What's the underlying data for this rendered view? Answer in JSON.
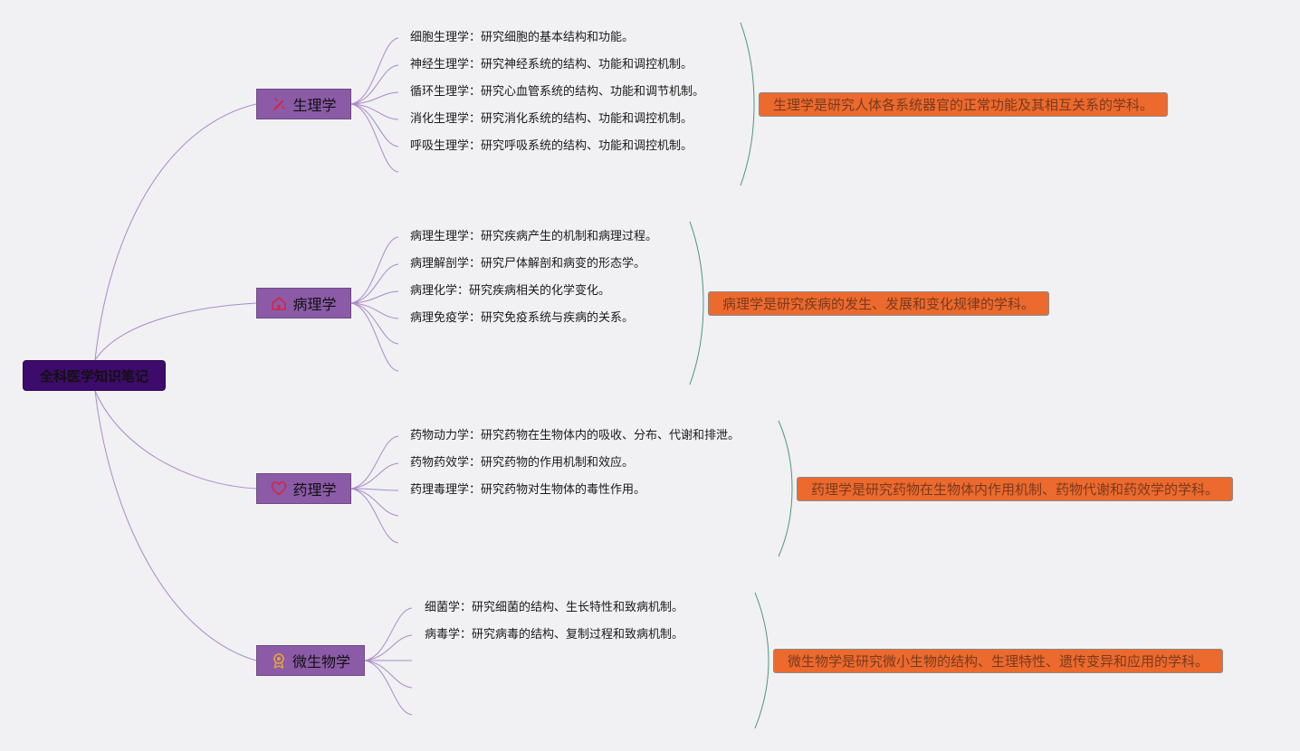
{
  "root": {
    "title": "全科医学知识笔记"
  },
  "branches": [
    {
      "title": "生理学",
      "icon": "wand-icon",
      "icon_color": "#d9233f",
      "items": [
        "细胞生理学：研究细胞的基本结构和功能。",
        "神经生理学：研究神经系统的结构、功能和调控机制。",
        "循环生理学：研究心血管系统的结构、功能和调节机制。",
        "消化生理学：研究消化系统的结构、功能和调控机制。",
        "呼吸生理学：研究呼吸系统的结构、功能和调控机制。"
      ],
      "summary": "生理学是研究人体各系统器官的正常功能及其相互关系的学科。"
    },
    {
      "title": "病理学",
      "icon": "house-icon",
      "icon_color": "#d9233f",
      "items": [
        "病理生理学：研究疾病产生的机制和病理过程。",
        "病理解剖学：研究尸体解剖和病变的形态学。",
        "病理化学：研究疾病相关的化学变化。",
        "病理免疫学：研究免疫系统与疾病的关系。"
      ],
      "summary": "病理学是研究疾病的发生、发展和变化规律的学科。"
    },
    {
      "title": "药理学",
      "icon": "heart-icon",
      "icon_color": "#d9233f",
      "items": [
        "药物动力学：研究药物在生物体内的吸收、分布、代谢和排泄。",
        "药物药效学：研究药物的作用机制和效应。",
        "药理毒理学：研究药物对生物体的毒性作用。"
      ],
      "summary": "药理学是研究药物在生物体内作用机制、药物代谢和药效学的学科。"
    },
    {
      "title": "微生物学",
      "icon": "award-icon",
      "icon_color": "#e8a33a",
      "items": [
        "细菌学：研究细菌的结构、生长特性和致病机制。",
        "病毒学：研究病毒的结构、复制过程和致病机制。"
      ],
      "summary": "微生物学是研究微小生物的结构、生理特性、遗传变异和应用的学科。"
    }
  ]
}
